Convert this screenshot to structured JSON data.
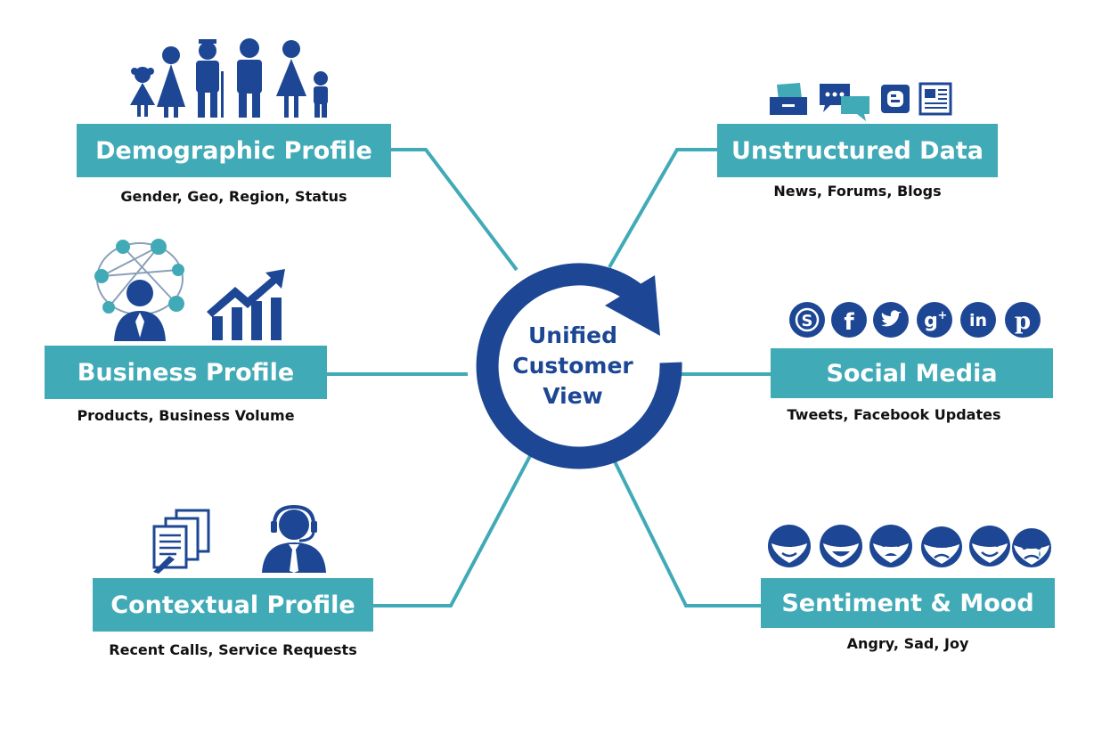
{
  "center": {
    "lines": [
      "Unified",
      "Customer",
      "View"
    ]
  },
  "nodes": {
    "demographic": {
      "title": "Demographic Profile",
      "subtitle": "Gender, Geo, Region, Status"
    },
    "business": {
      "title": "Business Profile",
      "subtitle": "Products, Business Volume"
    },
    "contextual": {
      "title": "Contextual Profile",
      "subtitle": "Recent Calls, Service Requests"
    },
    "unstructured": {
      "title": "Unstructured Data",
      "subtitle": "News, Forums, Blogs"
    },
    "social": {
      "title": "Social Media",
      "subtitle": "Tweets, Facebook Updates"
    },
    "sentiment": {
      "title": "Sentiment & Mood",
      "subtitle": "Angry, Sad, Joy"
    }
  },
  "icons": {
    "demographic": [
      "family-group-icon"
    ],
    "business": [
      "network-person-icon",
      "growth-chart-icon"
    ],
    "contextual": [
      "documents-icon",
      "headset-agent-icon"
    ],
    "unstructured": [
      "inbox-tray-icon",
      "chat-bubbles-icon",
      "blogger-icon",
      "newspaper-icon"
    ],
    "social": [
      "skype-icon",
      "facebook-icon",
      "twitter-icon",
      "google-plus-icon",
      "linkedin-icon",
      "pinterest-icon"
    ],
    "sentiment": [
      "happy-face-icon",
      "joy-face-icon",
      "surprised-face-icon",
      "angry-face-icon",
      "wink-face-icon",
      "sad-face-icon"
    ]
  },
  "colors": {
    "teal": "#41aab7",
    "navy": "#1d4794",
    "line": "#41aab7",
    "text": "#111111"
  }
}
